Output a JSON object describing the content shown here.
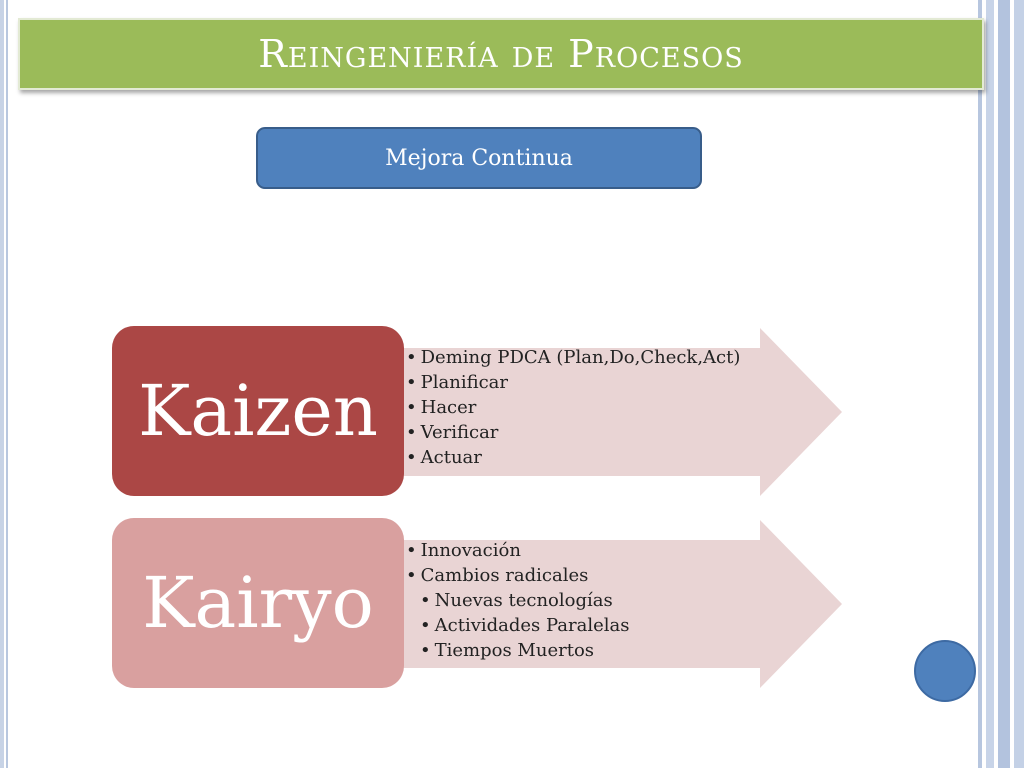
{
  "title": "Reingeniería de Procesos",
  "header_box": {
    "label": "Mejora Continua"
  },
  "concepts": [
    {
      "name": "Kaizen",
      "items": [
        {
          "text": "Deming PDCA (Plan,Do,Check,Act)",
          "level": 1
        },
        {
          "text": "Planificar",
          "level": 1
        },
        {
          "text": "Hacer",
          "level": 1
        },
        {
          "text": "Verificar",
          "level": 1
        },
        {
          "text": "Actuar",
          "level": 1
        }
      ]
    },
    {
      "name": "Kairyo",
      "items": [
        {
          "text": "Innovación",
          "level": 1
        },
        {
          "text": "Cambios radicales",
          "level": 1
        },
        {
          "text": "Nuevas tecnologías",
          "level": 2
        },
        {
          "text": "Actividades Paralelas",
          "level": 2
        },
        {
          "text": "Tiempos Muertos",
          "level": 2
        }
      ]
    }
  ],
  "colors": {
    "title_bar": "#9bbb59",
    "header_box": "#4f81bd",
    "kaizen_block": "#ab4745",
    "kairyo_block": "#d9a09f",
    "arrow_fill": "#e9d4d4",
    "dot": "#4f81bd"
  }
}
